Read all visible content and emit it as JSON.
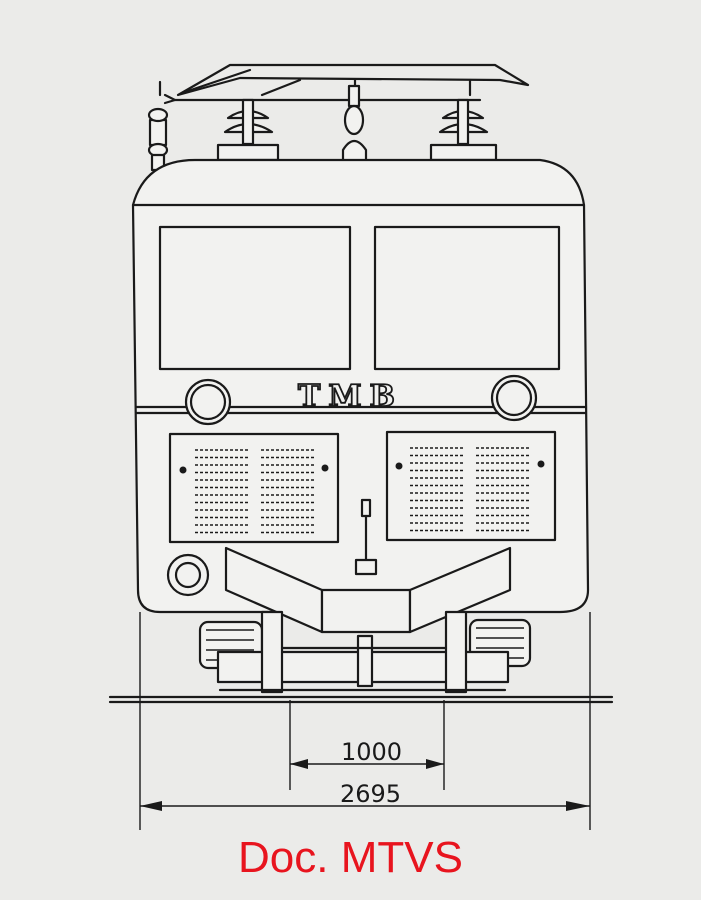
{
  "drawing": {
    "logo_text": "TMB",
    "dimension_inner": "1000",
    "dimension_outer": "2695"
  },
  "credit": "Doc. MTVS",
  "colors": {
    "paper": "#ebebe9",
    "ink": "#1a1a1a",
    "credit": "#e8141e"
  }
}
